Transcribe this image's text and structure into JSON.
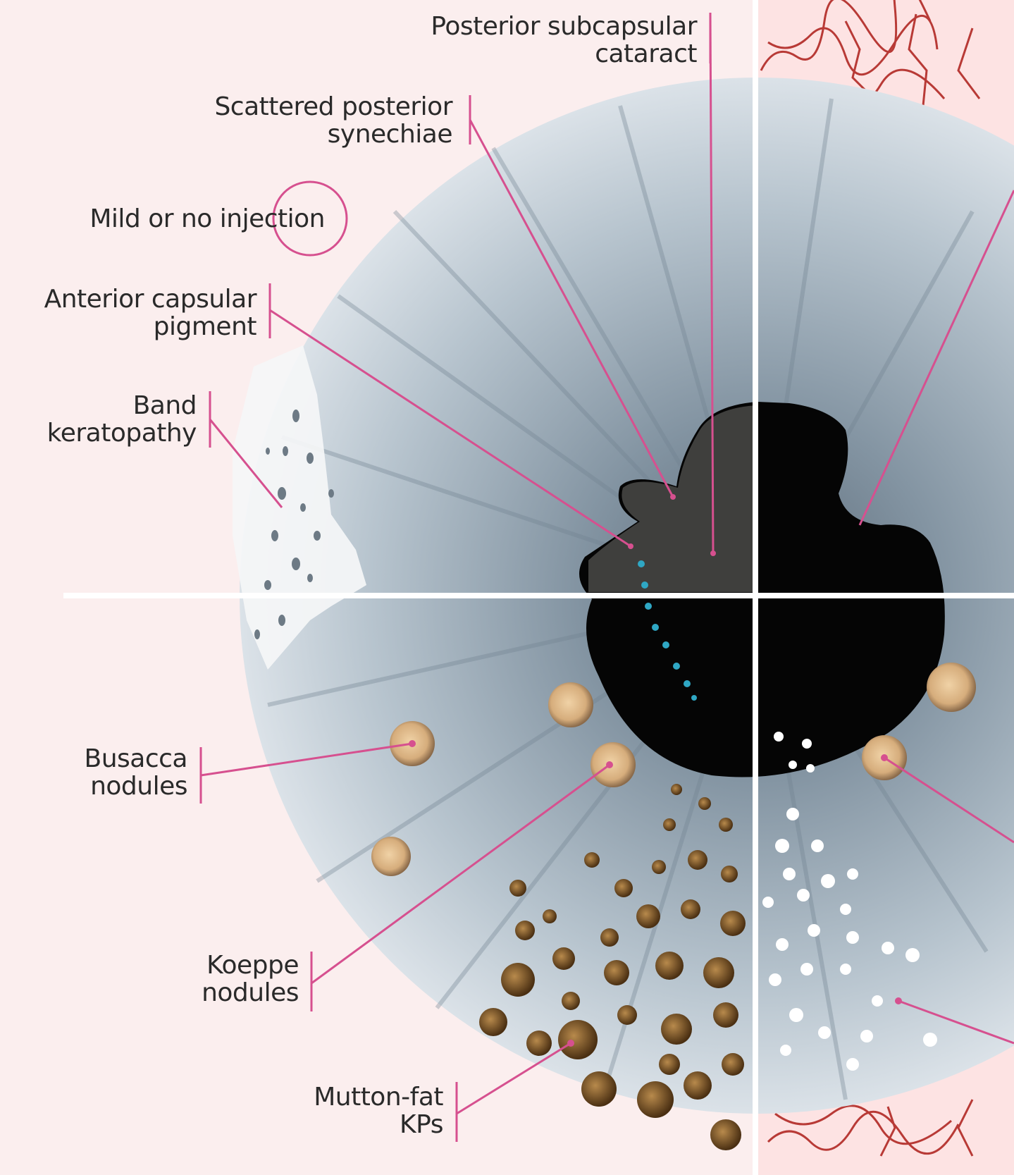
{
  "labels": {
    "posterior_subcapsular": {
      "line1": "Posterior subcapsular",
      "line2": "cataract"
    },
    "scattered_synechiae": {
      "line1": "Scattered posterior",
      "line2": "synechiae"
    },
    "mild_injection": {
      "line1": "Mild or no injection"
    },
    "anterior_capsular": {
      "line1": "Anterior capsular",
      "line2": "pigment"
    },
    "band_keratopathy": {
      "line1": "Band",
      "line2": "keratopathy"
    },
    "busacca": {
      "line1": "Busacca",
      "line2": "nodules"
    },
    "koeppe": {
      "line1": "Koeppe",
      "line2": "nodules"
    },
    "mutton_fat": {
      "line1": "Mutton-fat",
      "line2": "KPs"
    }
  },
  "colors": {
    "background": "#fbeeee",
    "leader_line": "#d6508f",
    "iris": "#9fb0bd",
    "pupil": "#050505",
    "nodule": "#d9b487",
    "kp_brown": "#6b4a23",
    "vessel": "#b83a36"
  }
}
